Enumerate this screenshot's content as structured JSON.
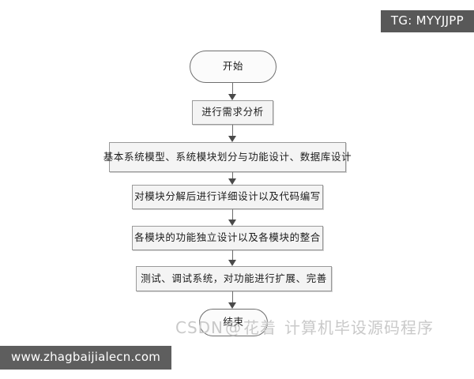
{
  "badge": {
    "text": "TG: MYYJJPP",
    "bg": "#585858",
    "fg": "#ffffff"
  },
  "url_banner": {
    "text": "www.zhagbaijialecn.com",
    "bg": "#5e5e5e",
    "fg": "#ffffff"
  },
  "watermark": {
    "brand": "CSDN",
    "at": "@",
    "author": "花着",
    "tagline": "计算机毕设源码程序"
  },
  "flowchart": {
    "type": "flowchart",
    "direction": "top-to-bottom",
    "node_fill": "#f4f4f4",
    "node_border": "#9a9a9a",
    "connector_color": "#6b6b6b",
    "nodes": [
      {
        "id": "start",
        "shape": "terminal",
        "label": "开始"
      },
      {
        "id": "req",
        "shape": "process",
        "label": "进行需求分析"
      },
      {
        "id": "model",
        "shape": "process",
        "label": "基本系统模型、系统模块划分与功能设计、数据库设计"
      },
      {
        "id": "detail",
        "shape": "process",
        "label": "对模块分解后进行详细设计以及代码编写"
      },
      {
        "id": "module",
        "shape": "process",
        "label": "各模块的功能独立设计以及各模块的整合"
      },
      {
        "id": "test",
        "shape": "process",
        "label": "测试、调试系统，对功能进行扩展、完善"
      },
      {
        "id": "end",
        "shape": "terminal",
        "label": "结束"
      }
    ],
    "edges": [
      {
        "from": "start",
        "to": "req"
      },
      {
        "from": "req",
        "to": "model"
      },
      {
        "from": "model",
        "to": "detail"
      },
      {
        "from": "detail",
        "to": "module"
      },
      {
        "from": "module",
        "to": "test"
      },
      {
        "from": "test",
        "to": "end"
      }
    ]
  }
}
